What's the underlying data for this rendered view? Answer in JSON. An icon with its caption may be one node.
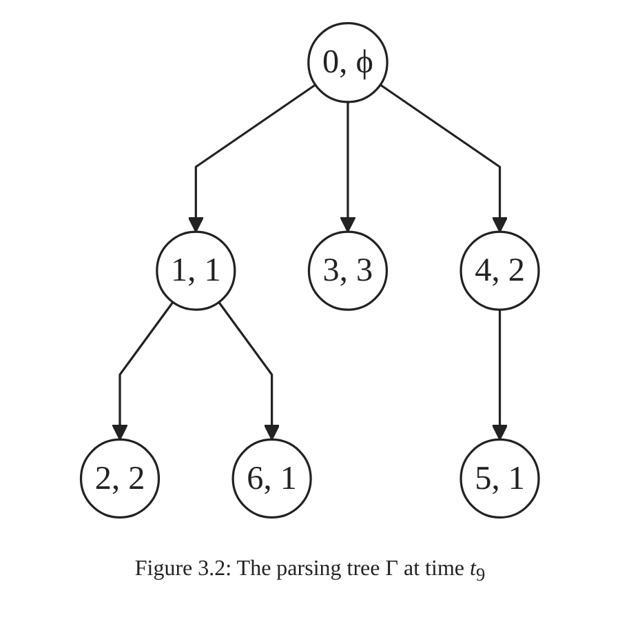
{
  "diagram": {
    "caption": "Figure 3.2: The parsing tree Γ at time *t*$_{9}$",
    "nodes": [
      {
        "text": [
          "0, ϕ"
        ]
      },
      {
        "text": [
          "1, 1"
        ]
      },
      {
        "text": [
          "3, 3"
        ]
      },
      {
        "text": [
          "4, 2"
        ]
      },
      {
        "text": [
          "2, 2"
        ]
      },
      {
        "text": [
          "6, 1"
        ]
      },
      {
        "text": [
          "5, 1"
        ]
      }
    ],
    "edges": [
      {
        "from": 0,
        "to": 1,
        "arrow": "to"
      },
      {
        "from": 0,
        "to": 2,
        "arrow": "to"
      },
      {
        "from": 0,
        "to": 3,
        "arrow": "to"
      },
      {
        "from": 1,
        "to": 4,
        "arrow": "to"
      },
      {
        "from": 1,
        "to": 5,
        "arrow": "to"
      },
      {
        "from": 3,
        "to": 6,
        "arrow": "to"
      }
    ]
  }
}
